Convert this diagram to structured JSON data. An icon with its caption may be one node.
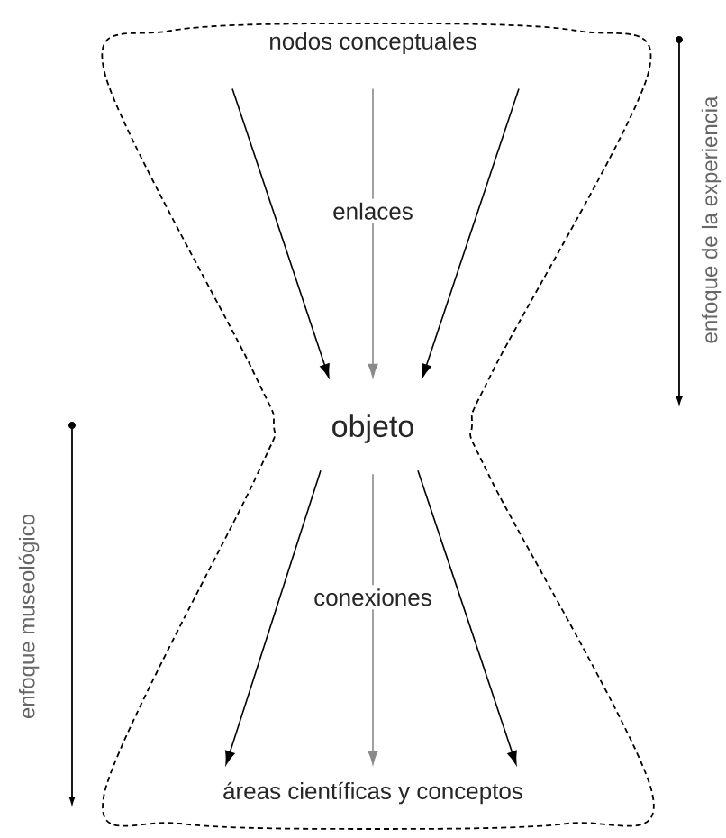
{
  "diagram": {
    "nodes": [
      {
        "text": [
          "nodos conceptuales"
        ]
      },
      {
        "text": [
          "objeto"
        ]
      },
      {
        "text": [
          "áreas científicas y conceptos"
        ]
      }
    ],
    "edges": [
      {
        "from": 0,
        "to": 1,
        "arrow": "to"
      },
      {
        "from": 0,
        "to": 1,
        "arrow": "to",
        "label": "enlaces",
        "color": "#8a8a8a"
      },
      {
        "from": 0,
        "to": 1,
        "arrow": "to"
      },
      {
        "from": 1,
        "to": 2,
        "arrow": "to"
      },
      {
        "from": 1,
        "to": 2,
        "arrow": "to",
        "label": "conexiones",
        "color": "#8a8a8a"
      },
      {
        "from": 1,
        "to": 2,
        "arrow": "to"
      }
    ],
    "labels": [
      "enfoque de la experiencia",
      "enfoque museológico"
    ]
  }
}
